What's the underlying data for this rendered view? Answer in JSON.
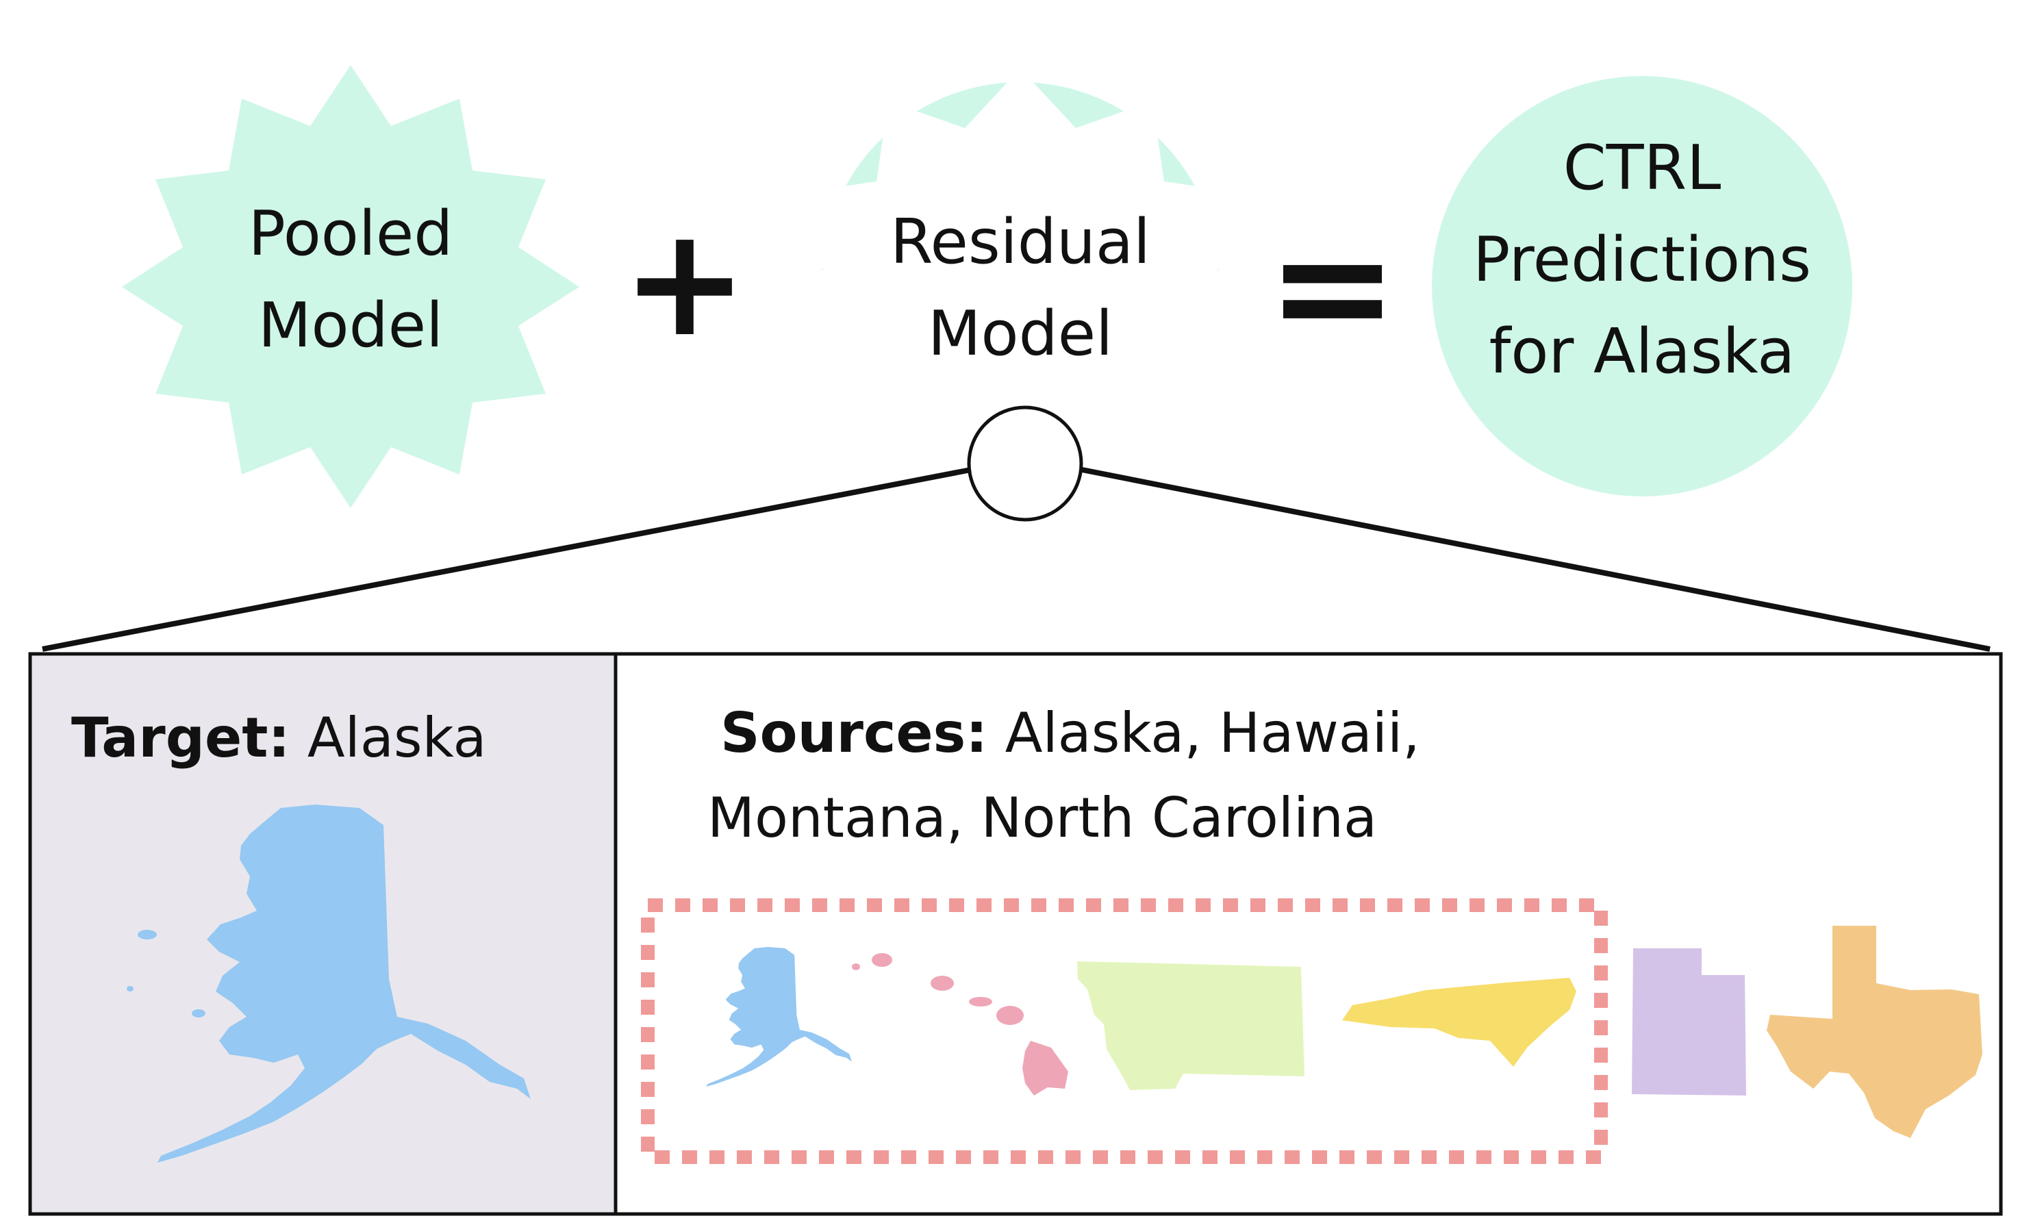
{
  "equation": {
    "pooled_model": [
      "Pooled",
      "Model"
    ],
    "plus_sign": "+",
    "residual_model": [
      "Residual",
      "Model"
    ],
    "equals_sign": "=",
    "ctrl_predictions": [
      "CTRL",
      "Predictions",
      "for Alaska"
    ]
  },
  "target_panel": {
    "label_bold": "Target:",
    "label_value": " Alaska",
    "map": "alaska-map"
  },
  "sources_panel": {
    "label_bold": "Sources:",
    "label_value_line1": " Alaska, Hawaii,",
    "label_value_line2": "Montana, North Carolina",
    "selected_states": [
      "alaska",
      "hawaii",
      "montana",
      "north-carolina"
    ],
    "other_states": [
      "utah",
      "texas"
    ]
  },
  "colors": {
    "mint": "#cff7e8",
    "alaska": "#95c8f2",
    "hawaii": "#eea6b6",
    "montana": "#e3f5bc",
    "north_carolina": "#f7dd6a",
    "utah": "#d4c3e8",
    "texas": "#f3c887",
    "dashed_frame": "#ef9a98",
    "target_bg": "#e9e7ed"
  }
}
